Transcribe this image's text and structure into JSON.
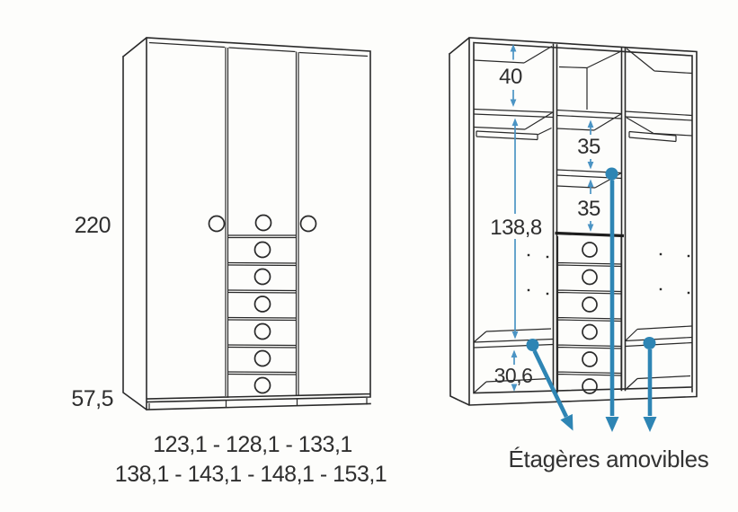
{
  "diagram": {
    "front_view": {
      "height": "220",
      "depth": "57,5"
    },
    "interior_view": {
      "top_shelf_space": "40",
      "upper_shelf_space": "35",
      "lower_shelf_space": "35",
      "hanging_space": "138,8",
      "bottom_shelf_space": "30,6",
      "caption": "Étagères amovibles"
    },
    "width_options_line1": "123,1 - 128,1 - 133,1",
    "width_options_line2": "138,1 - 143,1 - 148,1 - 153,1"
  },
  "colors": {
    "line": "#2a2a2a",
    "text": "#2e2e2e",
    "accent": "#2e85b4",
    "dimension_line": "#4b94c4",
    "background": "#fdfdfb"
  }
}
